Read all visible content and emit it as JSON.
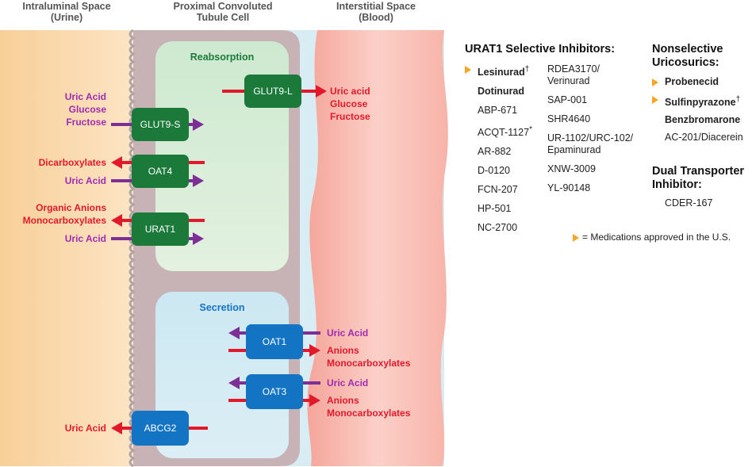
{
  "headers": {
    "lumen": [
      "Intraluminal Space",
      "(Urine)"
    ],
    "cell": [
      "Proximal Convoluted",
      "Tubule Cell"
    ],
    "interstitial": [
      "Interstitial Space",
      "(Blood)"
    ]
  },
  "zones": {
    "reabsorption": "Reabsorption",
    "secretion": "Secretion"
  },
  "transporters": {
    "glut9l": "GLUT9-L",
    "glut9s": "GLUT9-S",
    "oat4": "OAT4",
    "urat1": "URAT1",
    "oat1": "OAT1",
    "oat3": "OAT3",
    "abcg2": "ABCG2"
  },
  "labels": {
    "glut9s_sub": [
      "Uric Acid",
      "Glucose",
      "Fructose"
    ],
    "glut9l_sub": [
      "Uric acid",
      "Glucose",
      "Fructose"
    ],
    "oat4_out": "Dicarboxylates",
    "oat4_in": "Uric Acid",
    "urat1_out": [
      "Organic Anions",
      "Monocarboxylates"
    ],
    "urat1_in": "Uric Acid",
    "oat1_in": "Uric Acid",
    "oat1_out": [
      "Anions",
      "Monocarboxylates"
    ],
    "oat3_in": "Uric Acid",
    "oat3_out": [
      "Anions",
      "Monocarboxylates"
    ],
    "abcg2_out": "Uric Acid"
  },
  "urat1_inhibitors": {
    "title": "URAT1 Selective Inhibitors:",
    "col1": [
      {
        "name": "Lesinurad",
        "mark": "†",
        "approved": true,
        "bold": true
      },
      {
        "name": "Dotinurad",
        "mark": "",
        "approved": false,
        "bold": true
      },
      {
        "name": "ABP-671",
        "mark": "",
        "approved": false,
        "bold": false
      },
      {
        "name": "ACQT-1127",
        "mark": "*",
        "approved": false,
        "bold": false
      },
      {
        "name": "AR-882",
        "mark": "",
        "approved": false,
        "bold": false
      },
      {
        "name": "D-0120",
        "mark": "",
        "approved": false,
        "bold": false
      },
      {
        "name": "FCN-207",
        "mark": "",
        "approved": false,
        "bold": false
      },
      {
        "name": "HP-501",
        "mark": "",
        "approved": false,
        "bold": false
      },
      {
        "name": "NC-2700",
        "mark": "",
        "approved": false,
        "bold": false
      }
    ],
    "col2": [
      {
        "lines": [
          "RDEA3170/",
          "Verinurad"
        ]
      },
      {
        "lines": [
          "SAP-001"
        ]
      },
      {
        "lines": [
          "SHR4640"
        ]
      },
      {
        "lines": [
          "UR-1102/URC-102/",
          "Epaminurad"
        ]
      },
      {
        "lines": [
          "XNW-3009"
        ]
      },
      {
        "lines": [
          "YL-90148"
        ]
      }
    ]
  },
  "nonselective": {
    "title": [
      "Nonselective",
      "Uricosurics:"
    ],
    "items": [
      {
        "name": "Probenecid",
        "mark": "",
        "approved": true,
        "bold": true
      },
      {
        "name": "Sulfinpyrazone",
        "mark": "†",
        "approved": true,
        "bold": true
      },
      {
        "name": "Benzbromarone",
        "mark": "",
        "approved": false,
        "bold": true
      },
      {
        "name": "AC-201/Diacerein",
        "mark": "",
        "approved": false,
        "bold": false
      }
    ]
  },
  "dual": {
    "title": [
      "Dual Transporter",
      "Inhibitor:"
    ],
    "items": [
      "CDER-167"
    ]
  },
  "legend": {
    "text": "= Medications approved in the U.S."
  },
  "colors": {
    "green": "#1b7a3a",
    "blue": "#1474c4",
    "red_arrow": "#e2192b",
    "purple_arrow": "#7d2f96",
    "label_red": "#e2192b",
    "label_purple": "#a02bb0",
    "approved_marker": "#f5a623"
  }
}
